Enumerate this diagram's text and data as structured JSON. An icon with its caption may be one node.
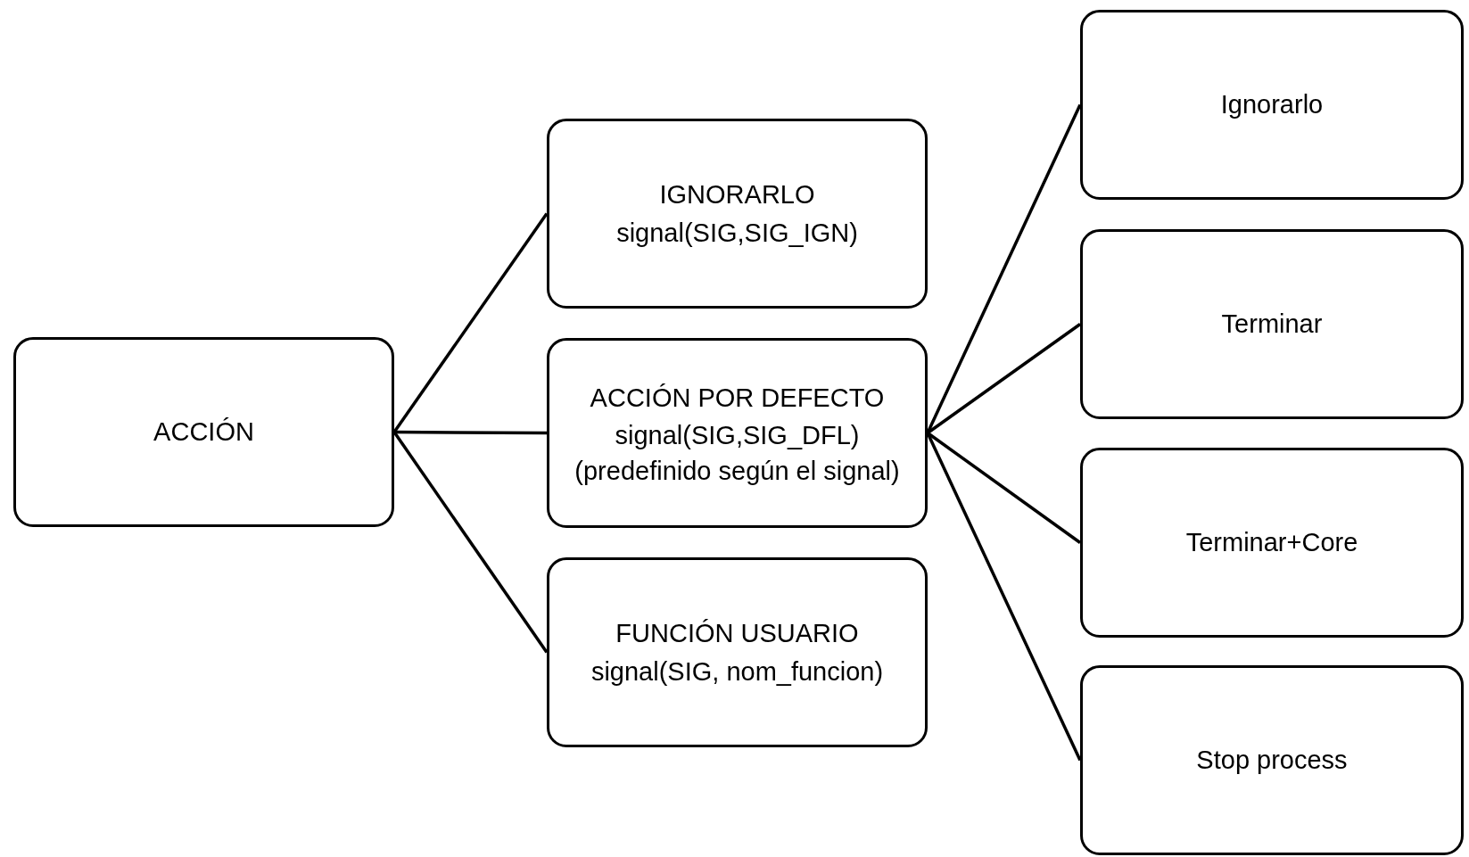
{
  "diagram": {
    "nodes": [
      {
        "text": [
          "ACCIÓN"
        ]
      },
      {
        "text": [
          "IGNORARLO",
          "signal(SIG,SIG_IGN)"
        ]
      },
      {
        "text": [
          "ACCIÓN POR DEFECTO",
          "signal(SIG,SIG_DFL)",
          "(predefinido según el signal)"
        ]
      },
      {
        "text": [
          "FUNCIÓN USUARIO",
          "signal(SIG, nom_funcion)"
        ]
      },
      {
        "text": [
          "Ignorarlo"
        ]
      },
      {
        "text": [
          "Terminar"
        ]
      },
      {
        "text": [
          "Terminar+Core"
        ]
      },
      {
        "text": [
          "Stop process"
        ]
      }
    ],
    "edges": [
      {
        "from": 0,
        "to": 1,
        "arrow": "none"
      },
      {
        "from": 0,
        "to": 2,
        "arrow": "none"
      },
      {
        "from": 0,
        "to": 3,
        "arrow": "none"
      },
      {
        "from": 2,
        "to": 4,
        "arrow": "none"
      },
      {
        "from": 2,
        "to": 5,
        "arrow": "none"
      },
      {
        "from": 2,
        "to": 6,
        "arrow": "none"
      },
      {
        "from": 2,
        "to": 7,
        "arrow": "none"
      }
    ]
  }
}
